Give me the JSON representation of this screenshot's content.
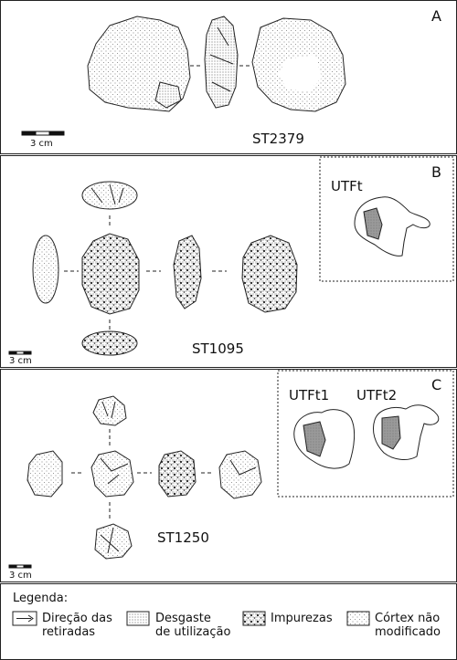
{
  "panels": [
    {
      "letter": "A",
      "specimen": "ST2379",
      "scale": "3 cm"
    },
    {
      "letter": "B",
      "specimen": "ST1095",
      "scale": "3 cm",
      "inset": [
        "UTFt"
      ]
    },
    {
      "letter": "C",
      "specimen": "ST1250",
      "scale": "3 cm",
      "inset": [
        "UTFt1",
        "UTFt2"
      ]
    }
  ],
  "legend": {
    "title": "Legenda:",
    "items": [
      {
        "icon": "arrow-icon",
        "lines": [
          "Direção das",
          "retiradas"
        ]
      },
      {
        "icon": "fine-dots-swatch-icon",
        "lines": [
          "Desgaste",
          "de utilização"
        ]
      },
      {
        "icon": "coarse-dots-swatch-icon",
        "lines": [
          "Impurezas"
        ]
      },
      {
        "icon": "sparse-dots-swatch-icon",
        "lines": [
          "Córtex não",
          "modificado"
        ]
      }
    ]
  }
}
